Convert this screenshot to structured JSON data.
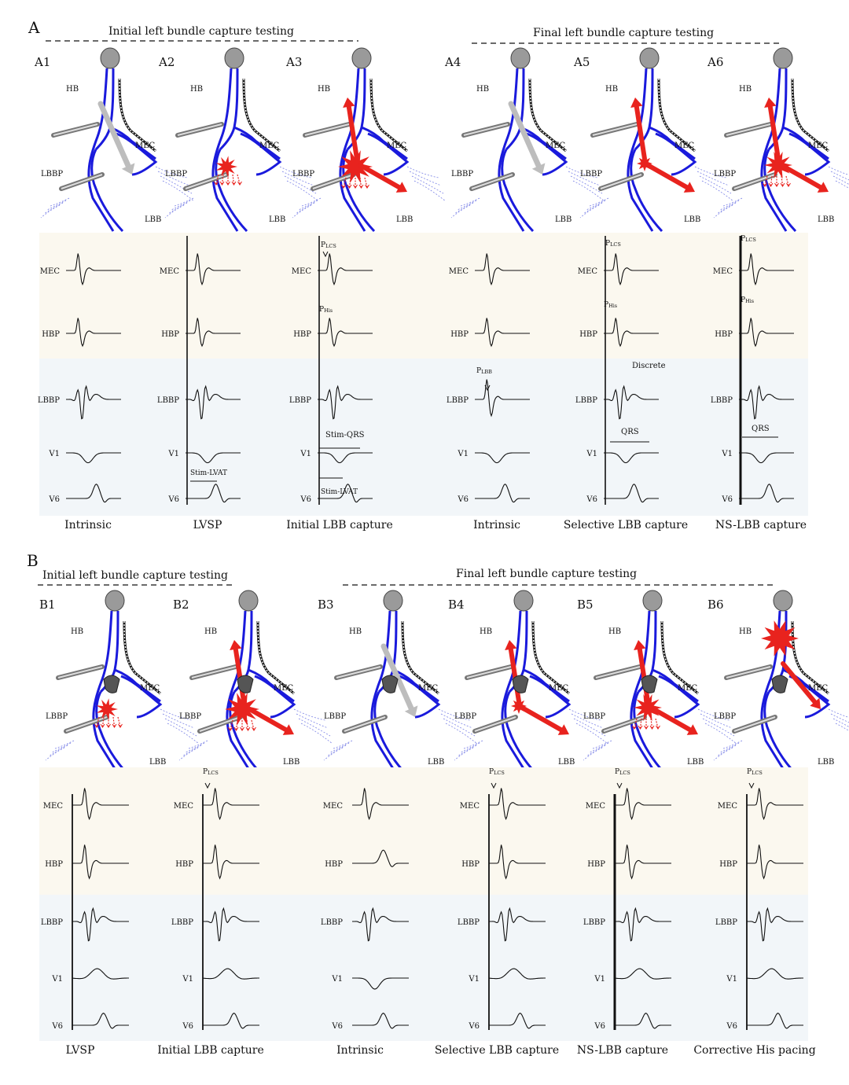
{
  "panels": [
    {
      "letter": "A",
      "groups": [
        {
          "title": "Initial left bundle capture testing"
        },
        {
          "title": "Final left bundle capture testing"
        }
      ],
      "columns": [
        {
          "id": "A1",
          "caption": "Intrinsic",
          "hb": "HB",
          "lead": "LBBP",
          "mec": "MEC",
          "lbb": "LBB"
        },
        {
          "id": "A2",
          "caption": "LVSP",
          "hb": "HB",
          "lead": "LBBP",
          "mec": "MEC",
          "lbb": "LBB"
        },
        {
          "id": "A3",
          "caption": "Initial LBB capture",
          "hb": "HB",
          "lead": "LBBP",
          "mec": "MEC",
          "lbb": "LBB"
        },
        {
          "id": "A4",
          "caption": "Intrinsic",
          "hb": "HB",
          "lead": "LBBP",
          "mec": "MEC",
          "lbb": "LBB"
        },
        {
          "id": "A5",
          "caption": "Selective LBB capture",
          "hb": "HB",
          "lead": "LBBP",
          "mec": "MEC",
          "lbb": "LBB"
        },
        {
          "id": "A6",
          "caption": "NS-LBB capture",
          "hb": "HB",
          "lead": "LBBP",
          "mec": "MEC",
          "lbb": "LBB"
        }
      ],
      "leads": [
        "MEC",
        "HBP",
        "LBBP",
        "V1",
        "V6"
      ],
      "annotations": {
        "plcs": "P",
        "plcs_sub": "LCS",
        "phis": "P",
        "phis_sub": "His",
        "plbb": "P",
        "plbb_sub": "LBB",
        "stim_lvat": "Stim-LVAT",
        "stim_qrs": "Stim-QRS",
        "qrs": "QRS",
        "discrete": "Discrete"
      }
    },
    {
      "letter": "B",
      "groups": [
        {
          "title": "Initial left bundle capture testing"
        },
        {
          "title": "Final left bundle capture testing"
        }
      ],
      "columns": [
        {
          "id": "B1",
          "caption": "LVSP",
          "hb": "HB",
          "lead": "LBBP",
          "mec": "MEC",
          "lbb": "LBB"
        },
        {
          "id": "B2",
          "caption": "Initial LBB capture",
          "hb": "HB",
          "lead": "LBBP",
          "mec": "MEC",
          "lbb": "LBB"
        },
        {
          "id": "B3",
          "caption": "Intrinsic",
          "hb": "HB",
          "lead": "LBBP",
          "mec": "MEC",
          "lbb": "LBB"
        },
        {
          "id": "B4",
          "caption": "Selective LBB capture",
          "hb": "HB",
          "lead": "LBBP",
          "mec": "MEC",
          "lbb": "LBB"
        },
        {
          "id": "B5",
          "caption": "NS-LBB capture",
          "hb": "HB",
          "lead": "LBBP",
          "mec": "MEC",
          "lbb": "LBB"
        },
        {
          "id": "B6",
          "caption": "Corrective His pacing",
          "hb": "HB",
          "lead": "LBBP",
          "mec": "MEC",
          "lbb": "LBB"
        }
      ],
      "leads": [
        "MEC",
        "HBP",
        "LBBP",
        "V1",
        "V6"
      ]
    }
  ],
  "colors": {
    "conduction": "#1a1adc",
    "capture": "#e8231e",
    "intrinsic": "#bdbdbd",
    "node": "#9a9a9a",
    "upper_band": "#fbf8ef",
    "lower_band": "#f2f6f9",
    "trace": "#111111"
  }
}
